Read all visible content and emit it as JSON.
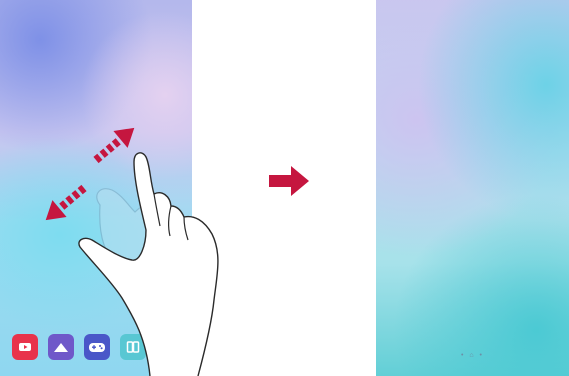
{
  "illustration": {
    "apps": [
      {
        "name": "video",
        "icon": "play-icon",
        "color": "#e8334b"
      },
      {
        "name": "gallery",
        "icon": "mountain-icon",
        "color": "#6f58c9"
      },
      {
        "name": "game",
        "icon": "gamepad-icon",
        "color": "#4a57c8"
      },
      {
        "name": "dual-window",
        "icon": "split-icon",
        "color": "#58c7d3"
      }
    ],
    "page_indicator": "• ⌂ •",
    "colors": {
      "gesture_arrow": "#c5163f",
      "transition_arrow": "#c5163f",
      "hand_outline": "#2b2b2b"
    },
    "gesture": "pinch-out",
    "transition_icon": "arrow-right-icon"
  }
}
